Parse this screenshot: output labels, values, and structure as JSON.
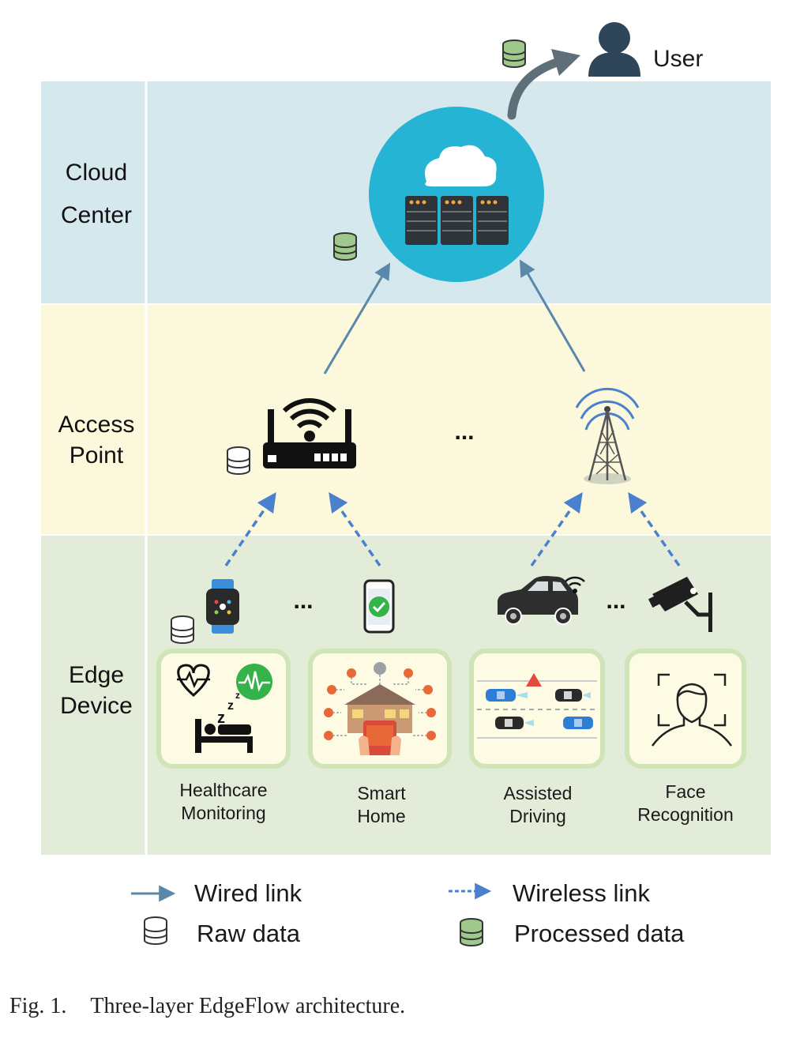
{
  "layers": {
    "cloud": {
      "line1": "Cloud",
      "line2": "Center"
    },
    "access": {
      "line1": "Access",
      "line2": "Point"
    },
    "edge": {
      "line1": "Edge",
      "line2": "Device"
    }
  },
  "user": {
    "label": "User"
  },
  "ellipsis": "...",
  "applications": [
    {
      "line1": "Healthcare",
      "line2": "Monitoring",
      "icon": "healthcare-icon"
    },
    {
      "line1": "Smart",
      "line2": "Home",
      "icon": "smart-home-icon"
    },
    {
      "line1": "Assisted",
      "line2": "Driving",
      "icon": "assisted-driving-icon"
    },
    {
      "line1": "Face",
      "line2": "Recognition",
      "icon": "face-recognition-icon"
    }
  ],
  "legend": {
    "wired": "Wired link",
    "wireless": "Wireless link",
    "raw": "Raw data",
    "processed": "Processed data"
  },
  "caption": {
    "number": "Fig. 1.",
    "text": "Three-layer EdgeFlow architecture."
  },
  "colors": {
    "cloud_band": "#d5e8ee",
    "access_band": "#fbf8dc",
    "edge_band": "#e3ecd9",
    "cloud_circle": "#26b4d4",
    "link": "#5a88aa",
    "wireless": "#4a80cc",
    "processed_db": "#9fc98a",
    "app_frame": "#cfe5b8",
    "user_icon": "#2f4559"
  }
}
